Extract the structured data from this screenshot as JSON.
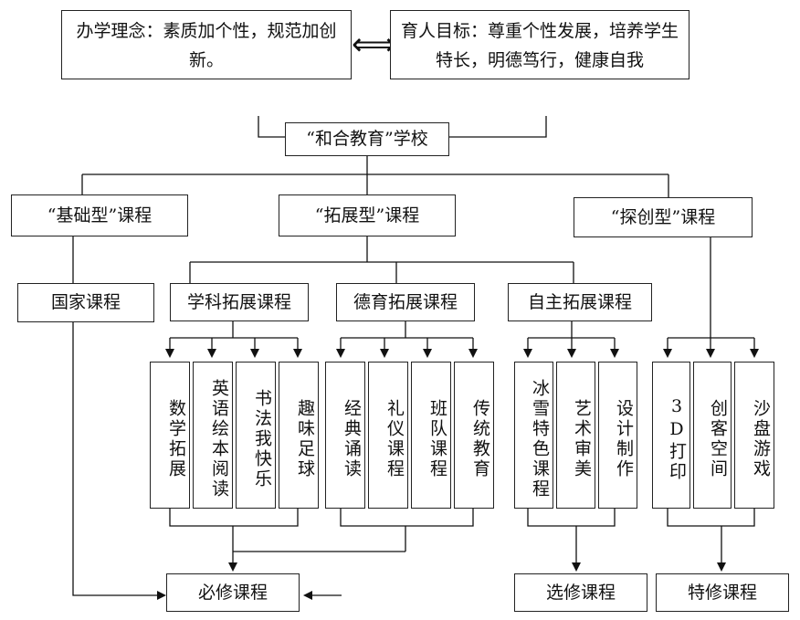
{
  "top": {
    "philosophy": "办学理念：素质加个性，规范加创新。",
    "double_arrow": "⟺",
    "goal": "育人目标：尊重个性发展，培养学生特长，明德笃行，健康自我"
  },
  "school": "“和合教育”学校",
  "course_types": {
    "basic": "“基础型”课程",
    "expand": "“拓展型”课程",
    "innovate": "“探创型”课程"
  },
  "branches": {
    "national": "国家课程",
    "subject": "学科拓展课程",
    "moral": "德育拓展课程",
    "self": "自主拓展课程"
  },
  "leaves": {
    "subject": [
      "数学拓展",
      "英语绘本阅读",
      "书法我快乐",
      "趣味足球"
    ],
    "moral": [
      "经典诵读",
      "礼仪课程",
      "班队课程",
      "传统教育"
    ],
    "self": [
      "冰雪特色课程",
      "艺术审美",
      "设计制作"
    ],
    "innovate": [
      "3D打印",
      "创客空间",
      "沙盘游戏"
    ]
  },
  "outcomes": {
    "required": "必修课程",
    "elective": "选修课程",
    "special": "特修课程"
  }
}
